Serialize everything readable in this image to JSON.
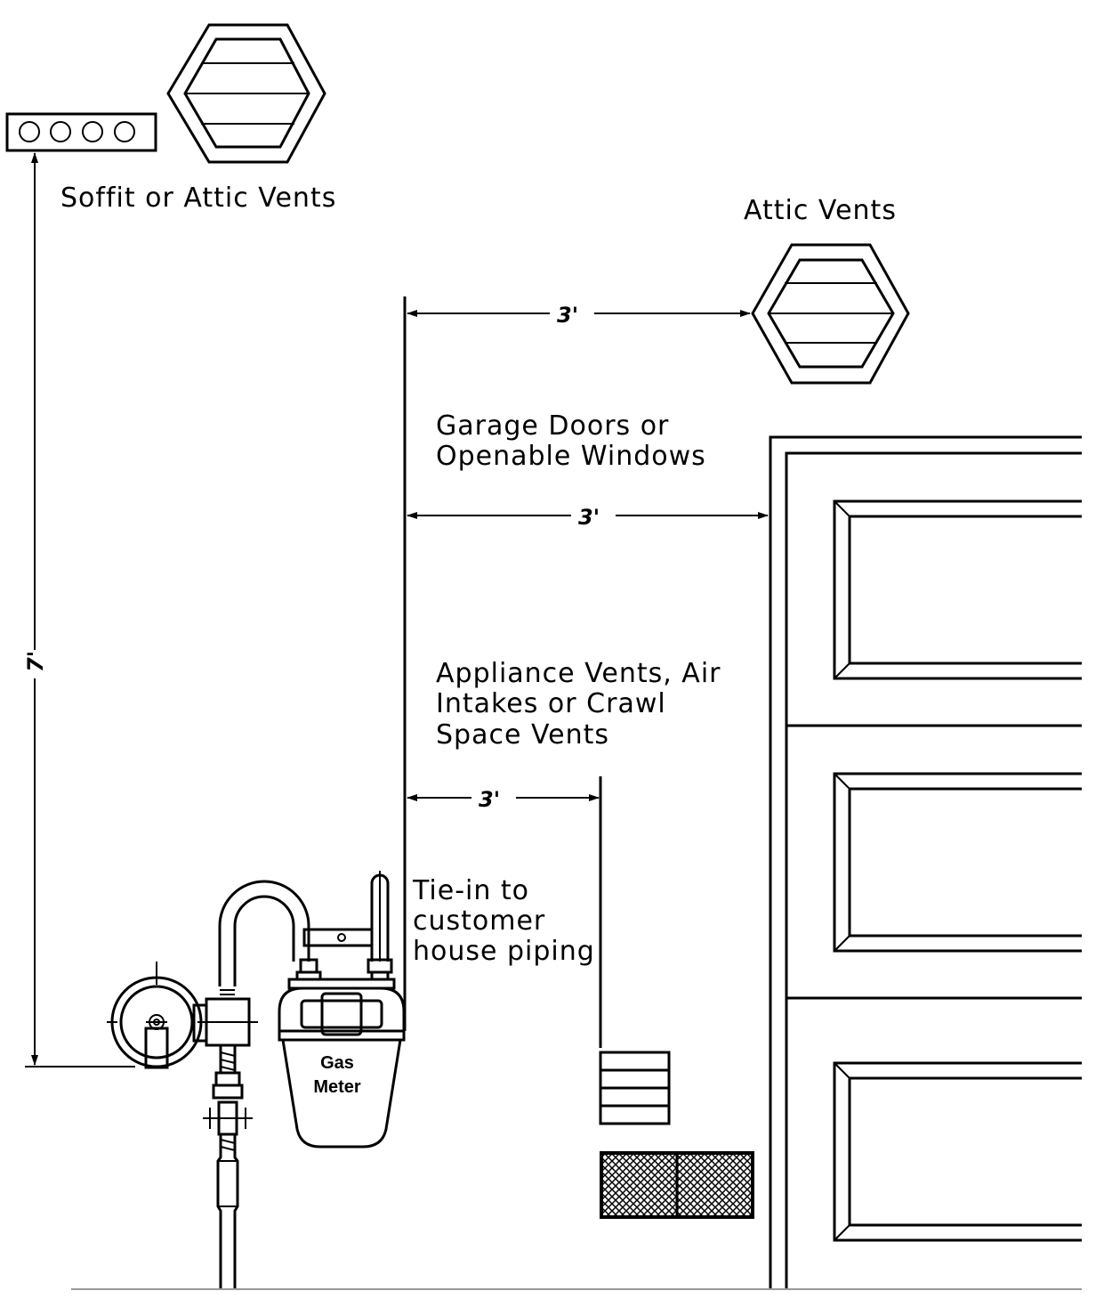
{
  "labels": {
    "soffit_vents": "Soffit or Attic Vents",
    "attic_vents": "Attic Vents",
    "garage_doors_line1": "Garage Doors or",
    "garage_doors_line2": "Openable Windows",
    "appliance_line1": "Appliance Vents, Air",
    "appliance_line2": "Intakes or Crawl",
    "appliance_line3": "Space Vents",
    "tiein_line1": "Tie-in to",
    "tiein_line2": "customer",
    "tiein_line3": "house piping",
    "gas_meter_line1": "Gas",
    "gas_meter_line2": "Meter"
  },
  "dimensions": {
    "vertical_clearance": "7'",
    "attic_vent_clearance": "3'",
    "garage_door_clearance": "3'",
    "appliance_vent_clearance": "3'"
  }
}
